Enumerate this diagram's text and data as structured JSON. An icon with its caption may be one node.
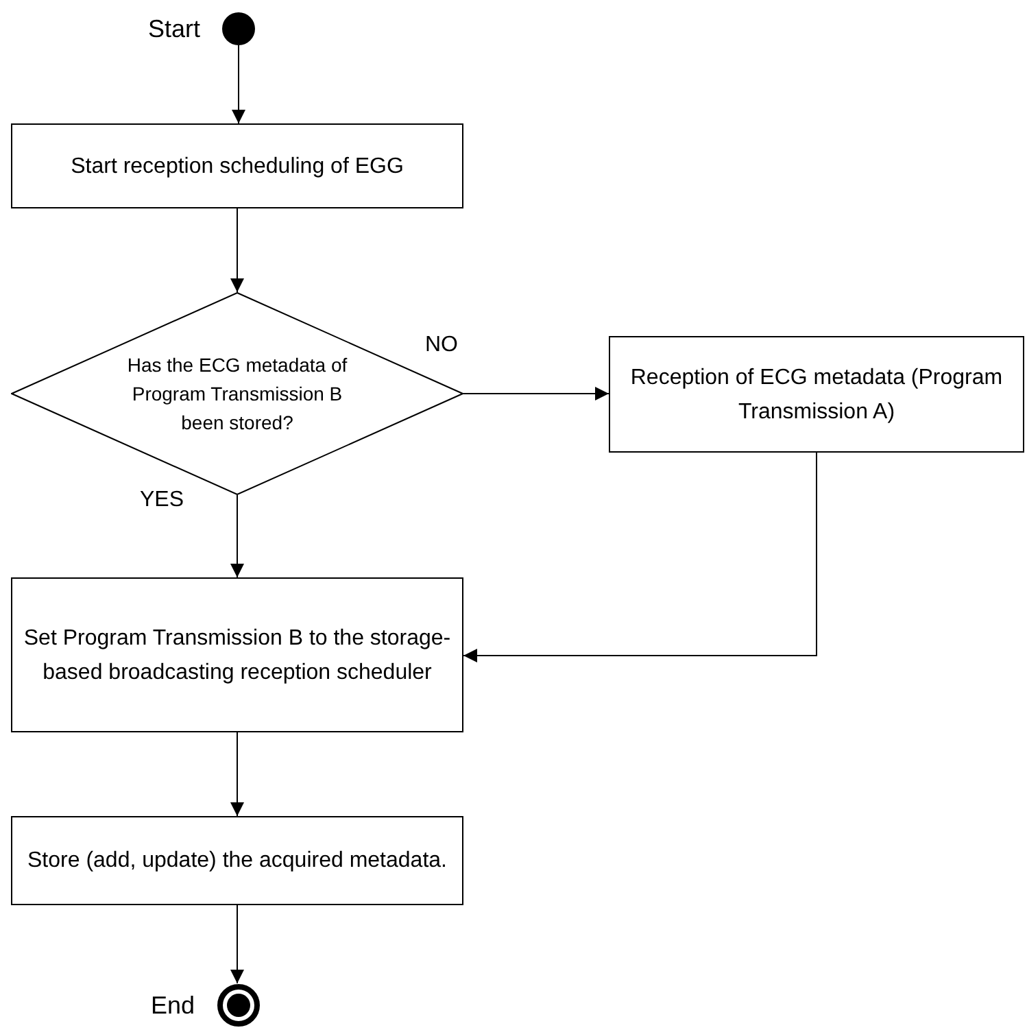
{
  "diagram": {
    "nodes": [
      {
        "text": [],
        "shape": "circle",
        "beside": [
          "Start"
        ]
      },
      {
        "text": [
          "Start reception scheduling of EGG"
        ]
      },
      {
        "text": [
          "Has the ECG metadata of Program Transmission B been stored?"
        ]
      },
      {
        "text": [
          "Reception of ECG metadata (Program Transmission A)"
        ]
      },
      {
        "text": [
          "Set Program Transmission B to the storage-based broadcasting reception scheduler"
        ]
      },
      {
        "text": [
          "Store (add, update) the acquired metadata."
        ]
      },
      {
        "text": [],
        "shape": "bullseye",
        "beside": [
          "End"
        ]
      }
    ],
    "edges": [
      {
        "from": 0,
        "to": 1,
        "arrow": "to"
      },
      {
        "from": 1,
        "to": 2,
        "arrow": "to"
      },
      {
        "from": 2,
        "to": 3,
        "arrow": "to",
        "label": "NO"
      },
      {
        "from": 2,
        "to": 4,
        "arrow": "to",
        "label": "YES"
      },
      {
        "from": 3,
        "to": 4,
        "arrow": "to"
      },
      {
        "from": 4,
        "to": 5,
        "arrow": "to"
      },
      {
        "from": 5,
        "to": 6,
        "arrow": "to"
      }
    ]
  }
}
